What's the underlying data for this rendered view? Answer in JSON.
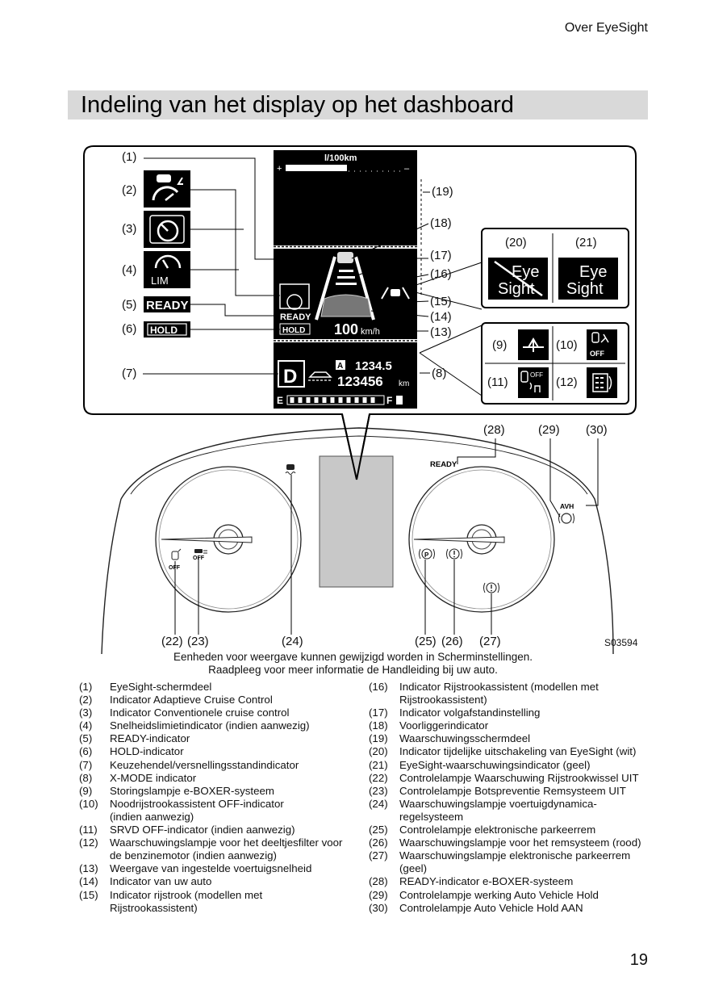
{
  "header": {
    "section": "Over EyeSight"
  },
  "page": {
    "title": "Indeling van het display op het dashboard",
    "number": "19"
  },
  "figure": {
    "code": "S03594",
    "labels": {
      "l1": "(1)",
      "l2": "(2)",
      "l3": "(3)",
      "l4": "(4)",
      "l5": "(5)",
      "l6": "(6)",
      "l7": "(7)",
      "l8": "(8)",
      "l9": "(9)",
      "l10": "(10)",
      "l11": "(11)",
      "l12": "(12)",
      "l13": "(13)",
      "l14": "(14)",
      "l15": "(15)",
      "l16": "(16)",
      "l17": "(17)",
      "l18": "(18)",
      "l19": "(19)",
      "l20": "(20)",
      "l21": "(21)",
      "l22": "(22)",
      "l23": "(23)",
      "l24": "(24)",
      "l25": "(25)",
      "l26": "(26)",
      "l27": "(27)",
      "l28": "(28)",
      "l29": "(29)",
      "l30": "(30)"
    },
    "display": {
      "fuel_unit": "l/100km",
      "plus": "+",
      "minus": "–",
      "speed": "100",
      "speed_unit": "km/h",
      "ready": "READY",
      "hold": "HOLD",
      "gear": "D",
      "trip_badge": "A",
      "trip": "1234.5",
      "odometer": "123456",
      "odo_unit": "km",
      "fuel_e": "E",
      "fuel_f": "F"
    },
    "icons": {
      "ready_text": "READY",
      "hold_text": "HOLD",
      "lim_text": "LIM",
      "eye": "Eye",
      "sight": "Sight",
      "off": "OFF"
    },
    "cluster": {
      "ready": "READY",
      "avh": "AVH",
      "off_small": "OFF",
      "p": "P"
    }
  },
  "caption": {
    "line1": "Eenheden voor weergave kunnen gewijzigd worden in Scherminstellingen.",
    "line2": "Raadpleeg voor meer informatie de Handleiding bij uw auto."
  },
  "legend_left": [
    {
      "num": "(1)",
      "text": "EyeSight-schermdeel"
    },
    {
      "num": "(2)",
      "text": "Indicator Adaptieve Cruise Control"
    },
    {
      "num": "(3)",
      "text": "Indicator Conventionele cruise control"
    },
    {
      "num": "(4)",
      "text": "Snelheidslimietindicator (indien aanwezig)"
    },
    {
      "num": "(5)",
      "text": "READY-indicator"
    },
    {
      "num": "(6)",
      "text": "HOLD-indicator"
    },
    {
      "num": "(7)",
      "text": "Keuzehendel/versnellingsstandindicator"
    },
    {
      "num": "(8)",
      "text": "X-MODE indicator"
    },
    {
      "num": "(9)",
      "text": "Storingslampje e-BOXER-systeem"
    },
    {
      "num": "(10)",
      "text": "Noodrijstrookassistent OFF-indicator",
      "text2": "(indien aanwezig)"
    },
    {
      "num": "(11)",
      "text": "SRVD OFF-indicator (indien aanwezig)"
    },
    {
      "num": "(12)",
      "text": "Waarschuwingslampje voor het deeltjesfilter voor",
      "text2": "de benzinemotor (indien aanwezig)"
    },
    {
      "num": "(13)",
      "text": "Weergave van ingestelde voertuigsnelheid"
    },
    {
      "num": "(14)",
      "text": "Indicator van uw auto"
    },
    {
      "num": "(15)",
      "text": "Indicator rijstrook (modellen met",
      "text2": "Rijstrookassistent)"
    }
  ],
  "legend_right": [
    {
      "num": "(16)",
      "text": "Indicator Rijstrookassistent (modellen met",
      "text2": "Rijstrookassistent)"
    },
    {
      "num": "(17)",
      "text": "Indicator volgafstandinstelling"
    },
    {
      "num": "(18)",
      "text": "Voorliggerindicator"
    },
    {
      "num": "(19)",
      "text": "Waarschuwingsschermdeel"
    },
    {
      "num": "(20)",
      "text": "Indicator tijdelijke uitschakeling van EyeSight (wit)"
    },
    {
      "num": "(21)",
      "text": "EyeSight-waarschuwingsindicator (geel)"
    },
    {
      "num": "(22)",
      "text": "Controlelampje Waarschuwing Rijstrookwissel UIT"
    },
    {
      "num": "(23)",
      "text": "Controlelampje Botspreventie Remsysteem UIT"
    },
    {
      "num": "(24)",
      "text": "Waarschuwingslampje voertuigdynamica-",
      "text2": "regelsysteem"
    },
    {
      "num": "(25)",
      "text": "Controlelampje elektronische parkeerrem"
    },
    {
      "num": "(26)",
      "text": "Waarschuwingslampje voor het remsysteem (rood)"
    },
    {
      "num": "(27)",
      "text": "Waarschuwingslampje elektronische parkeerrem",
      "text2": "(geel)"
    },
    {
      "num": "(28)",
      "text": "READY-indicator e-BOXER-systeem"
    },
    {
      "num": "(29)",
      "text": "Controlelampje werking Auto Vehicle Hold"
    },
    {
      "num": "(30)",
      "text": "Controlelampje Auto Vehicle Hold AAN"
    }
  ]
}
